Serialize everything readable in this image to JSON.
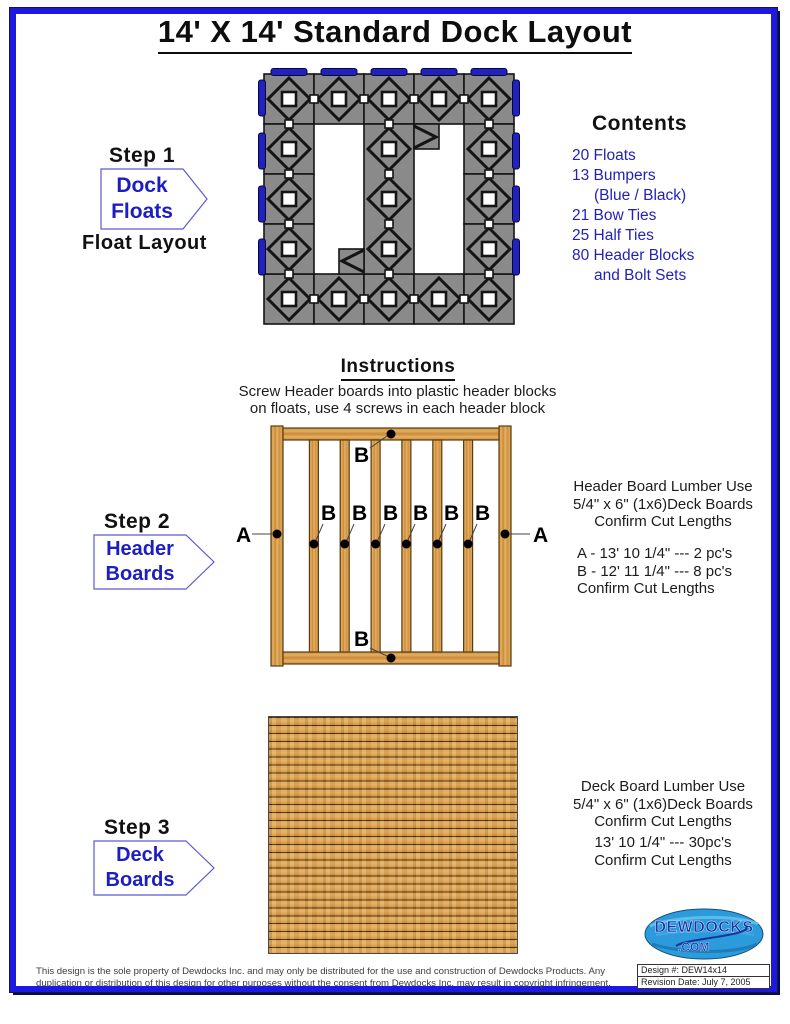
{
  "page": {
    "title": "14' X 14' Standard Dock Layout",
    "footer": "This design is the sole property of Dewdocks Inc. and may only be distributed for the use and construction of Dewdocks Products. Any duplication or distribution of this design for other purposes without the consent from Dewdocks Inc. may result in copyright infringement.",
    "design_number": "Design #: DEW14x14",
    "revision_date": "Revision Date: July 7, 2005"
  },
  "contents": {
    "heading": "Contents",
    "items": [
      "20 Floats",
      "13 Bumpers",
      "(Blue / Black)",
      "21 Bow Ties",
      "25 Half Ties",
      "80 Header Blocks",
      "and Bolt Sets"
    ]
  },
  "steps": {
    "step1": {
      "label": "Step 1",
      "tag_line1": "Dock",
      "tag_line2": "Floats",
      "caption": "Float Layout"
    },
    "step2": {
      "label": "Step 2",
      "tag_line1": "Header",
      "tag_line2": "Boards"
    },
    "step3": {
      "label": "Step 3",
      "tag_line1": "Deck",
      "tag_line2": "Boards"
    }
  },
  "instructions": {
    "heading": "Instructions",
    "line1": "Screw Header boards into plastic header blocks",
    "line2": "on floats, use 4 screws in each header block"
  },
  "header_board_notes": {
    "line1": "Header Board Lumber Use",
    "line2": "5/4\" x 6\" (1x6)Deck Boards",
    "line3": "Confirm Cut Lengths",
    "cut_a": "A - 13' 10 1/4\" --- 2 pc's",
    "cut_b": "B - 12' 11 1/4\" --- 8 pc's",
    "confirm": "Confirm Cut Lengths"
  },
  "deck_board_notes": {
    "line1": "Deck Board Lumber Use",
    "line2": "5/4\" x 6\" (1x6)Deck Boards",
    "line3": "Confirm Cut Lengths",
    "cut": "13' 10 1/4\" --- 30pc's",
    "confirm": "Confirm Cut Lengths"
  },
  "diagram_labels": {
    "a": "A",
    "b": "B"
  },
  "logo": {
    "name": "DEWDOCKS",
    "com": ".COM"
  },
  "colors": {
    "border_blue": "#1d19e0",
    "text_blue": "#2222bb",
    "float_gray": "#8a8a8a",
    "bumper_blue": "#2121bd",
    "wood_tan": "#dda458"
  }
}
